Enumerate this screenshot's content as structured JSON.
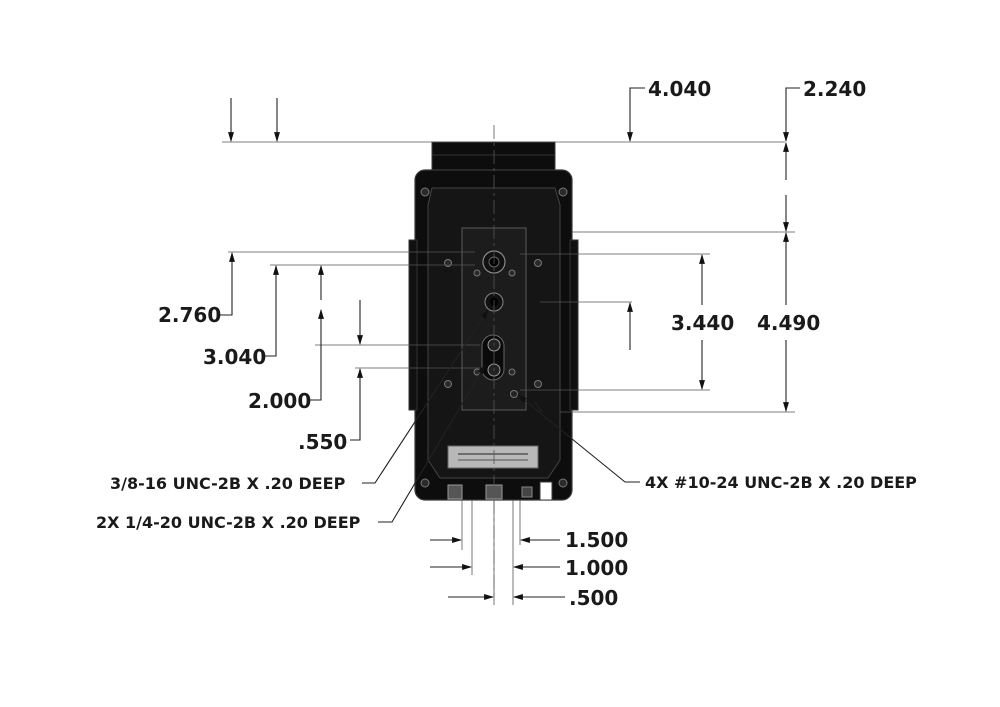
{
  "dimensions": {
    "top_4040": "4.040",
    "top_2240": "2.240",
    "left_2760": "2.760",
    "left_3040": "3.040",
    "left_2000": "2.000",
    "left_0550": ".550",
    "right_3440": "3.440",
    "right_4490": "4.490",
    "bottom_1500": "1.500",
    "bottom_1000": "1.000",
    "bottom_0500": ".500"
  },
  "notes": {
    "thread_3_8": "3/8-16 UNC-2B X .20 DEEP",
    "thread_1_4": "2X 1/4-20 UNC-2B X .20 DEEP",
    "thread_10_24": "4X #10-24 UNC-2B X .20 DEEP"
  },
  "colors": {
    "body": "#0d0d0d",
    "body_edge": "#3a3a3a",
    "plate": "#1c1c1c",
    "label": "#b8b8b8"
  }
}
